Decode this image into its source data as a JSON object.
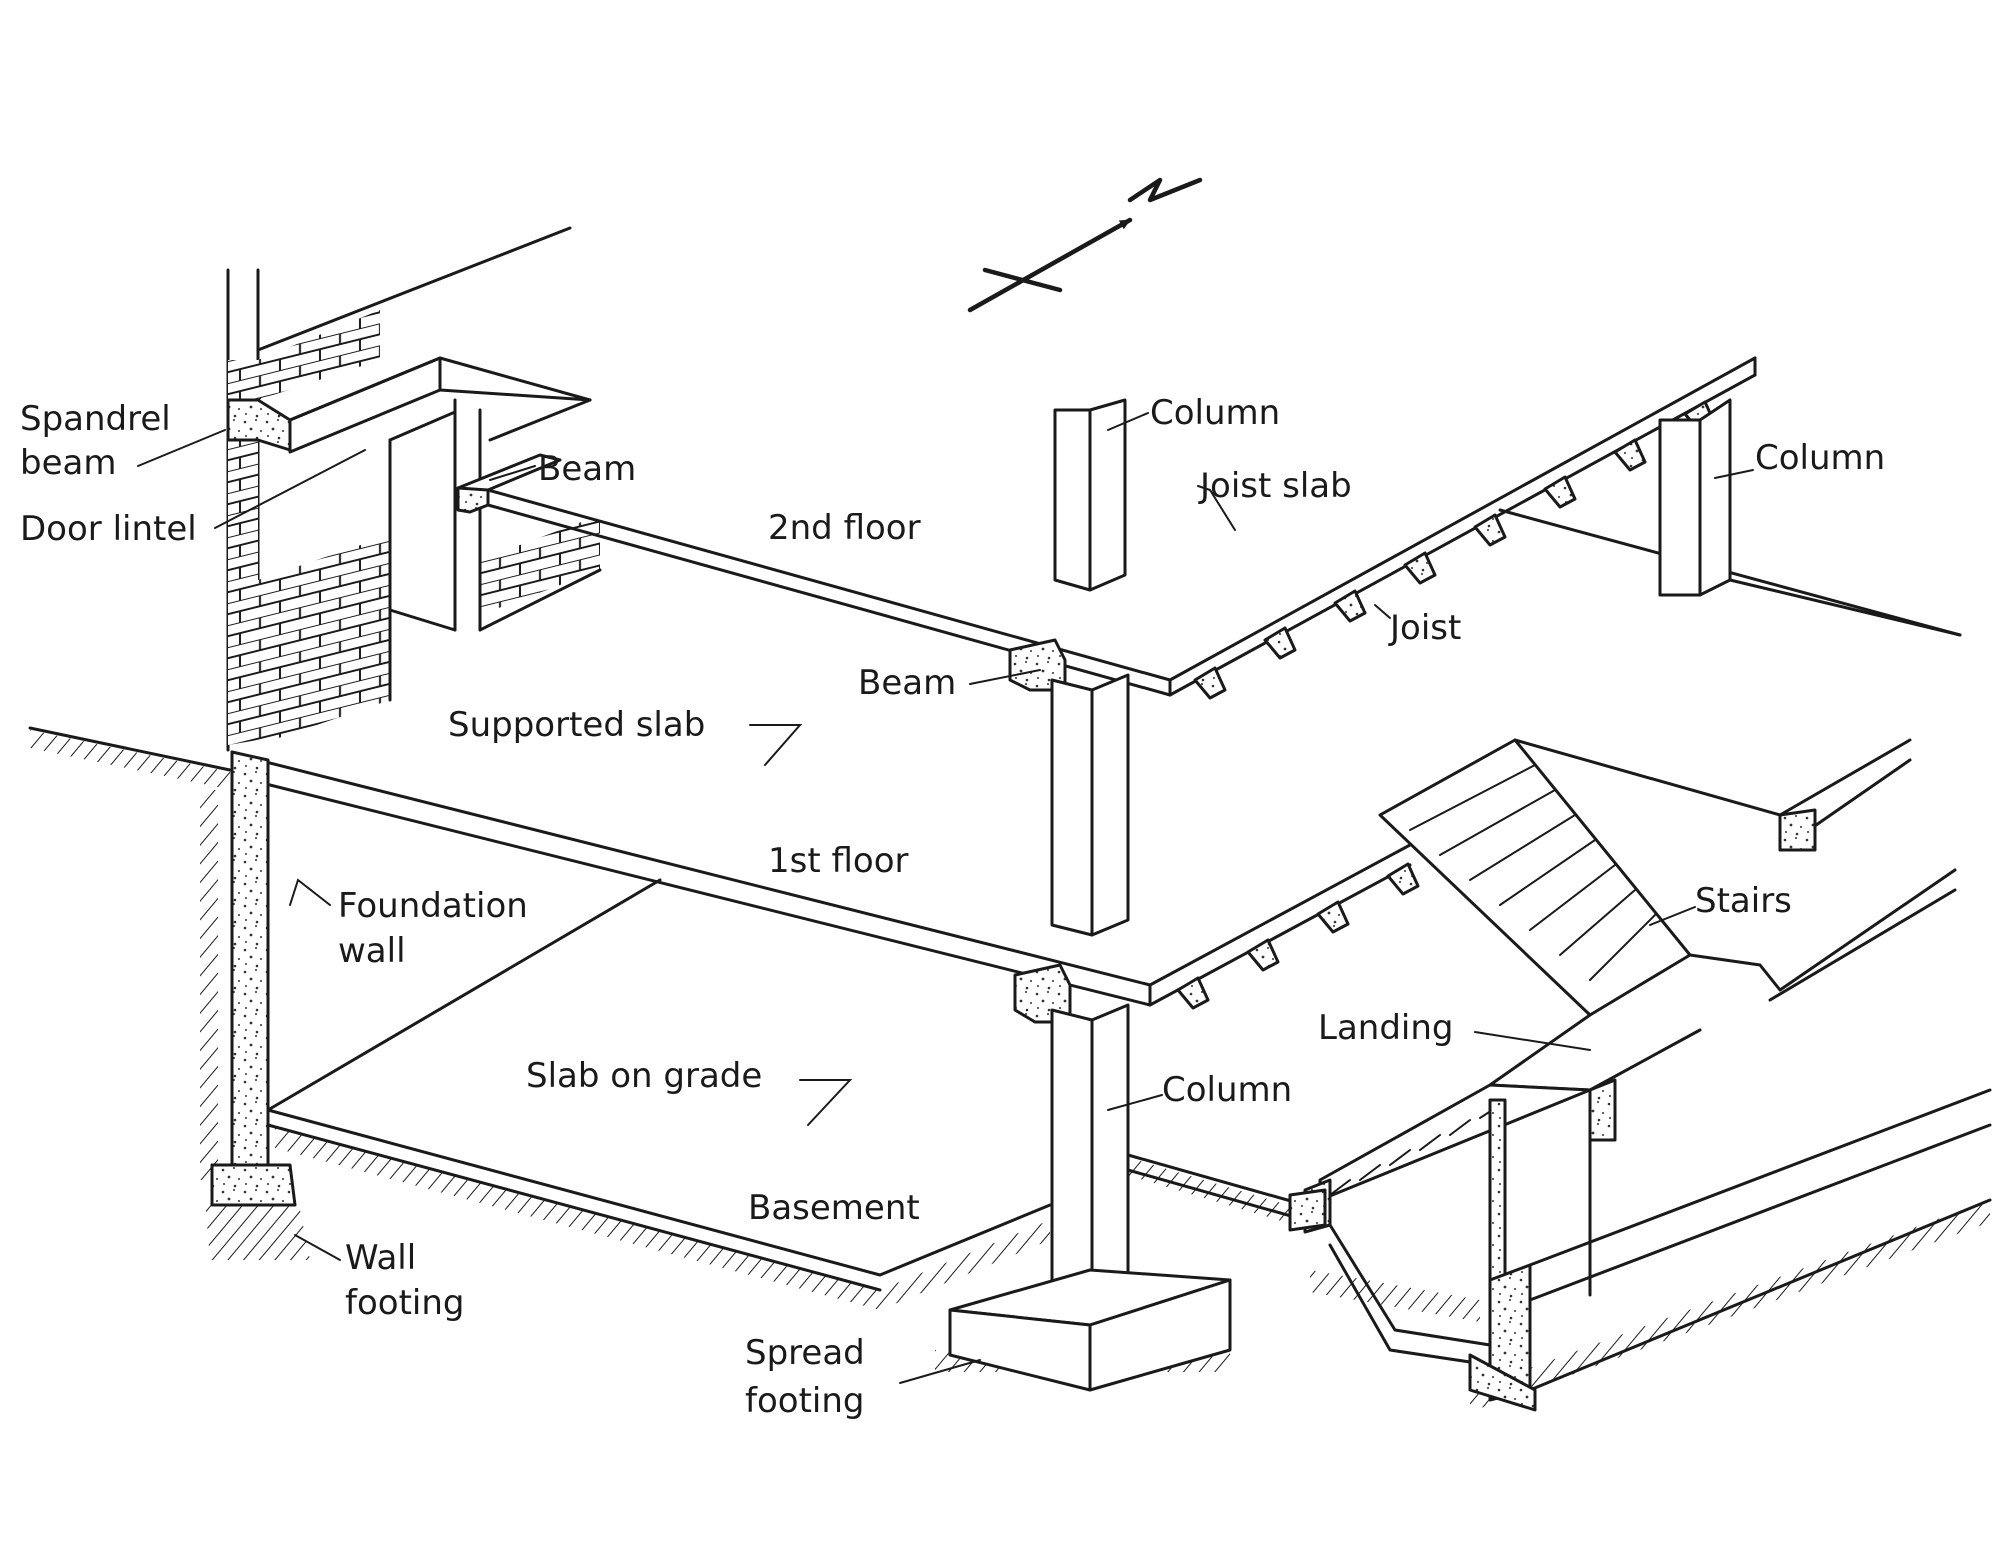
{
  "labels": {
    "spandrel_beam_1": "Spandrel",
    "spandrel_beam_2": "beam",
    "door_lintel": "Door lintel",
    "beam_upper": "Beam",
    "second_floor": "2nd floor",
    "column_top_center": "Column",
    "joist_slab": "Joist slab",
    "column_top_right": "Column",
    "joist": "Joist",
    "beam_lower": "Beam",
    "supported_slab": "Supported slab",
    "first_floor": "1st floor",
    "foundation_wall_1": "Foundation",
    "foundation_wall_2": "wall",
    "stairs": "Stairs",
    "landing": "Landing",
    "column_bottom": "Column",
    "slab_on_grade": "Slab on grade",
    "basement": "Basement",
    "wall_footing_1": "Wall",
    "wall_footing_2": "footing",
    "spread_footing_1": "Spread",
    "spread_footing_2": "footing"
  },
  "north_arrow": {
    "letter": "N",
    "icon": "north-arrow-icon"
  },
  "colors": {
    "ink": "#1a1a1a",
    "paper": "#ffffff"
  }
}
